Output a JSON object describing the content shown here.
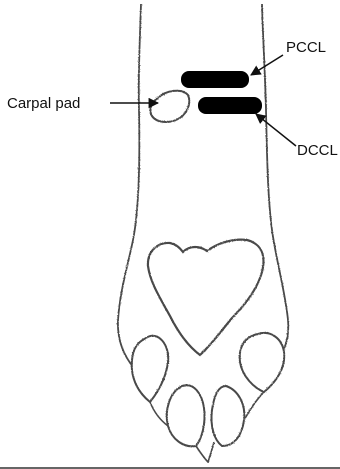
{
  "labels": {
    "proximal": "PCCL",
    "carpal": "Carpal pad",
    "distal": "DCCL"
  },
  "colors": {
    "outline": "#4a4a4a",
    "pad_fill": "#ffffff",
    "marker": "#000000",
    "text": "#111111",
    "background": "#ffffff"
  }
}
